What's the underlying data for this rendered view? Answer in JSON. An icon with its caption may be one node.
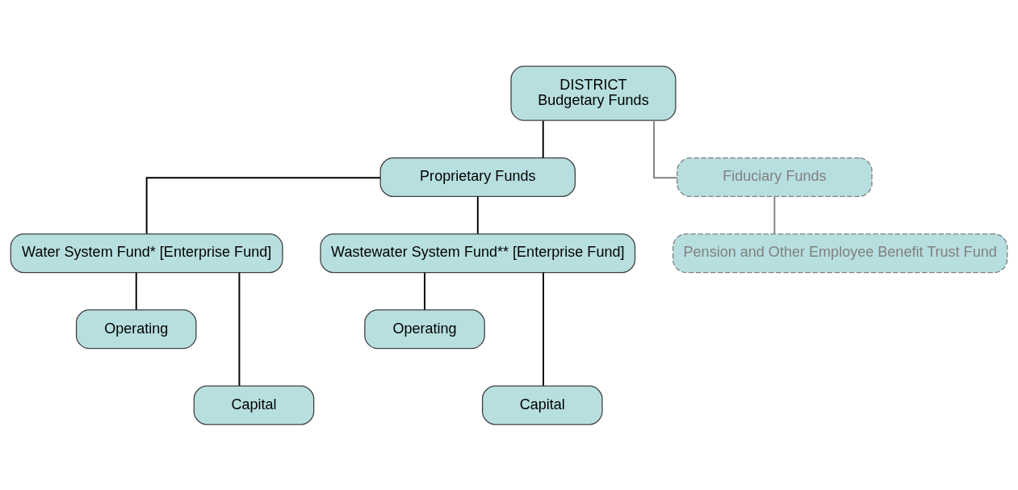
{
  "diagram": {
    "nodes": [
      {
        "text": [
          "DISTRICT",
          "Budgetary Funds"
        ]
      },
      {
        "text": [
          "Proprietary Funds"
        ]
      },
      {
        "text": [
          "Fiduciary Funds"
        ]
      },
      {
        "text": [
          "Water System Fund* [Enterprise Fund]"
        ]
      },
      {
        "text": [
          "Wastewater System Fund** [Enterprise Fund]"
        ]
      },
      {
        "text": [
          "Pension and Other Employee Benefit Trust Fund"
        ]
      },
      {
        "text": [
          "Operating"
        ]
      },
      {
        "text": [
          "Capital"
        ]
      },
      {
        "text": [
          "Operating"
        ]
      },
      {
        "text": [
          "Capital"
        ]
      }
    ],
    "edges": [
      {
        "from": 0,
        "to": 1,
        "arrow": "none"
      },
      {
        "from": 0,
        "to": 2,
        "arrow": "none",
        "color": "#808080"
      },
      {
        "from": 1,
        "to": 3,
        "arrow": "none"
      },
      {
        "from": 1,
        "to": 4,
        "arrow": "none"
      },
      {
        "from": 2,
        "to": 5,
        "arrow": "none",
        "color": "#808080"
      },
      {
        "from": 3,
        "to": 6,
        "arrow": "none"
      },
      {
        "from": 3,
        "to": 7,
        "arrow": "none"
      },
      {
        "from": 4,
        "to": 8,
        "arrow": "none"
      },
      {
        "from": 4,
        "to": 9,
        "arrow": "none"
      }
    ]
  }
}
